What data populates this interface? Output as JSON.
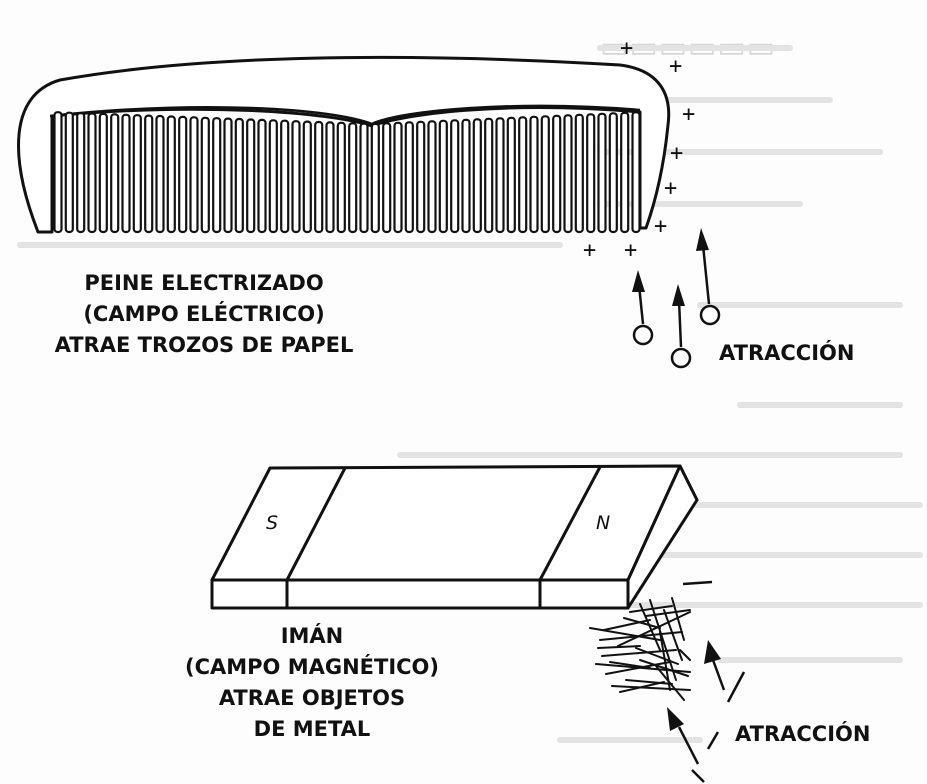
{
  "comb_caption": {
    "line1": "PEINE ELECTRIZADO",
    "line2": "(CAMPO ELÉCTRICO)",
    "line3": "ATRAE TROZOS DE PAPEL"
  },
  "comb_attraction_label": "ATRACCIÓN",
  "charge_symbol": "+",
  "magnet": {
    "pole_south": "S",
    "pole_north": "N"
  },
  "magnet_caption": {
    "line1": "IMÁN",
    "line2": "(CAMPO MAGNÉTICO)",
    "line3": "ATRAE OBJETOS",
    "line4": "DE METAL"
  },
  "magnet_attraction_label": "ATRACCIÓN",
  "colors": {
    "ink": "#111111",
    "paper": "#fdfdfd",
    "bleed_through": "#d6d6d6"
  }
}
